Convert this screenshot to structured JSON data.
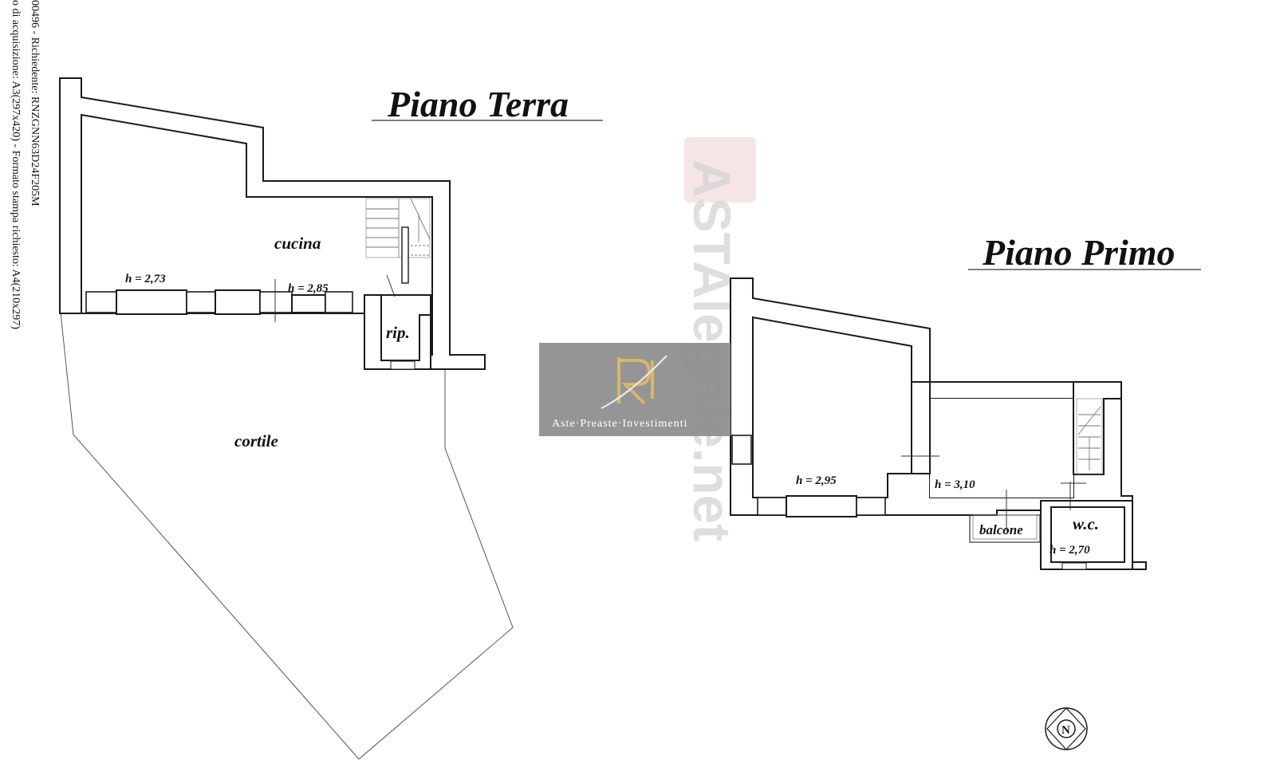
{
  "side_note": {
    "line1": "00496 - Richiedente: RNZGNN63D24F205M",
    "line2": "o di acquisizione: A3(297x420)  - Formato stampa richiesto: A4(210x297)"
  },
  "ground_floor": {
    "title": "Piano Terra",
    "rooms": {
      "kitchen": "cucina",
      "storage": "rip.",
      "courtyard": "cortile"
    },
    "heights": [
      "h = 2,73",
      "h = 2,85"
    ]
  },
  "first_floor": {
    "title": "Piano Primo",
    "rooms": {
      "balcony": "balcone",
      "wc": "w.c."
    },
    "heights": [
      "h = 2,95",
      "h = 3,10",
      "h = 2,70"
    ]
  },
  "watermark": {
    "text": "ASTAlegale.net",
    "color": "#d4d4d4"
  },
  "logo": {
    "subtitle": "Aste·Preaste·Investimenti",
    "bg_color": "#8c8c8c",
    "accent_color": "#d9b66a"
  },
  "compass": {
    "label": "N"
  }
}
